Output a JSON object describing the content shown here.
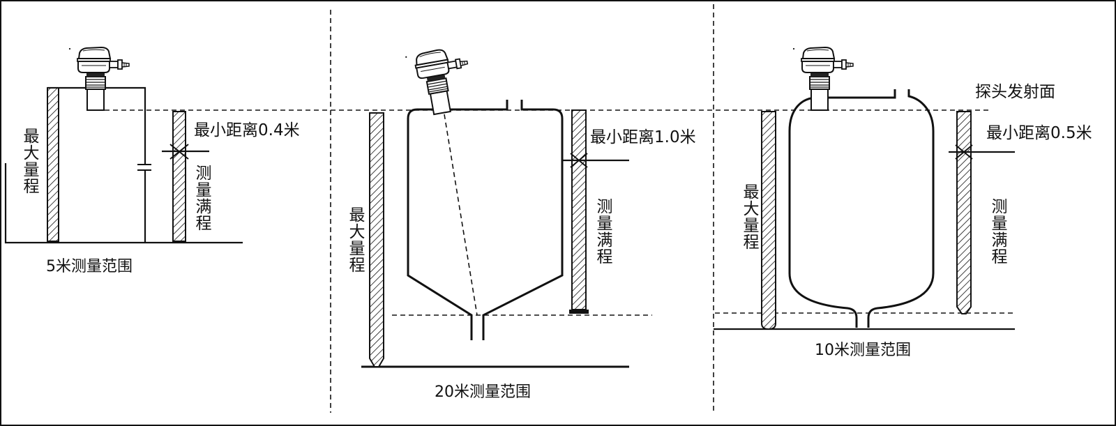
{
  "panels": [
    {
      "max_range_label": "最大量程",
      "min_distance_label": "最小距离0.4米",
      "full_span_label": "测量满程",
      "range_caption": "5米测量范围"
    },
    {
      "max_range_label": "最大量程",
      "min_distance_label": "最小距离1.0米",
      "full_span_label": "测量满程",
      "range_caption": "20米测量范围"
    },
    {
      "emitting_face_label": "探头发射面",
      "max_range_label": "最大量程",
      "min_distance_label": "最小距离0.5米",
      "full_span_label": "测量满程",
      "range_caption": "10米测量范围"
    }
  ],
  "icons": {
    "sensor": "radar-level-sensor-icon"
  },
  "colors": {
    "ink": "#111111",
    "background": "#ffffff"
  }
}
